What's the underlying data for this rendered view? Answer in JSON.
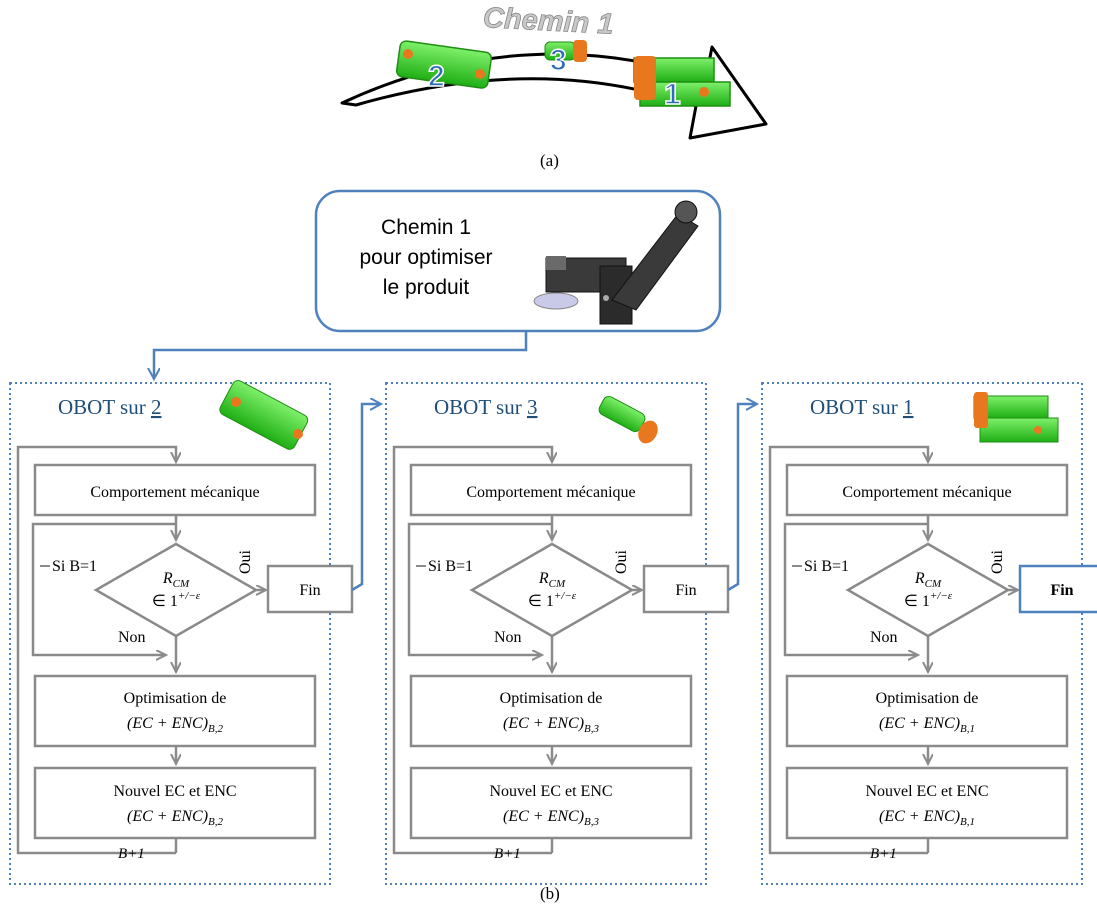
{
  "part_a": {
    "path_label": "Chemin 1",
    "parts": [
      "2",
      "3",
      "1"
    ],
    "caption": "(a)"
  },
  "part_b": {
    "caption": "(b)",
    "source_box": {
      "line1": "Chemin 1",
      "line2": "pour optimiser",
      "line3": "le produit"
    },
    "panels": [
      {
        "title_prefix": "OBOT sur ",
        "title_part": "2",
        "step1": "Comportement mécanique",
        "loop_label": "Si B=1",
        "decision_main": "R",
        "decision_sub": "CM",
        "decision_line2": "∈ 1",
        "decision_sup": "+/−ε",
        "yes_label": "Oui",
        "no_label": "Non",
        "end_label": "Fin",
        "opt_line1": "Optimisation de",
        "opt_line2": "(EC + ENC)",
        "opt_sub": "B,2",
        "new_line1": "Nouvel  EC et ENC",
        "new_line2": "(EC + ENC)",
        "new_sub": "B,2",
        "increment": "B+1"
      },
      {
        "title_prefix": "OBOT sur ",
        "title_part": "3",
        "step1": "Comportement mécanique",
        "loop_label": "Si B=1",
        "decision_main": "R",
        "decision_sub": "CM",
        "decision_line2": "∈ 1",
        "decision_sup": "+/−ε",
        "yes_label": "Oui",
        "no_label": "Non",
        "end_label": "Fin",
        "opt_line1": "Optimisation de",
        "opt_line2": "(EC + ENC)",
        "opt_sub": "B,3",
        "new_line1": "Nouvel  EC et ENC",
        "new_line2": "(EC + ENC)",
        "new_sub": "B,3",
        "increment": "B+1"
      },
      {
        "title_prefix": "OBOT sur ",
        "title_part": "1",
        "step1": "Comportement mécanique",
        "loop_label": "Si B=1",
        "decision_main": "R",
        "decision_sub": "CM",
        "decision_line2": "∈ 1",
        "decision_sup": "+/−ε",
        "yes_label": "Oui",
        "no_label": "Non",
        "end_label": "Fin",
        "opt_line1": "Optimisation de",
        "opt_line2": "(EC + ENC)",
        "opt_sub": "B,1",
        "new_line1": "Nouvel  EC et ENC",
        "new_line2": "(EC + ENC)",
        "new_sub": "B,1",
        "increment": "B+1"
      }
    ]
  },
  "colors": {
    "part_green": "#3ddc2c",
    "part_orange": "#e8771e",
    "flow_gray": "#8a8a8a",
    "border_blue": "#4f81bd",
    "title_blue": "#1f4e79",
    "digit_blue": "#2e6db5"
  }
}
